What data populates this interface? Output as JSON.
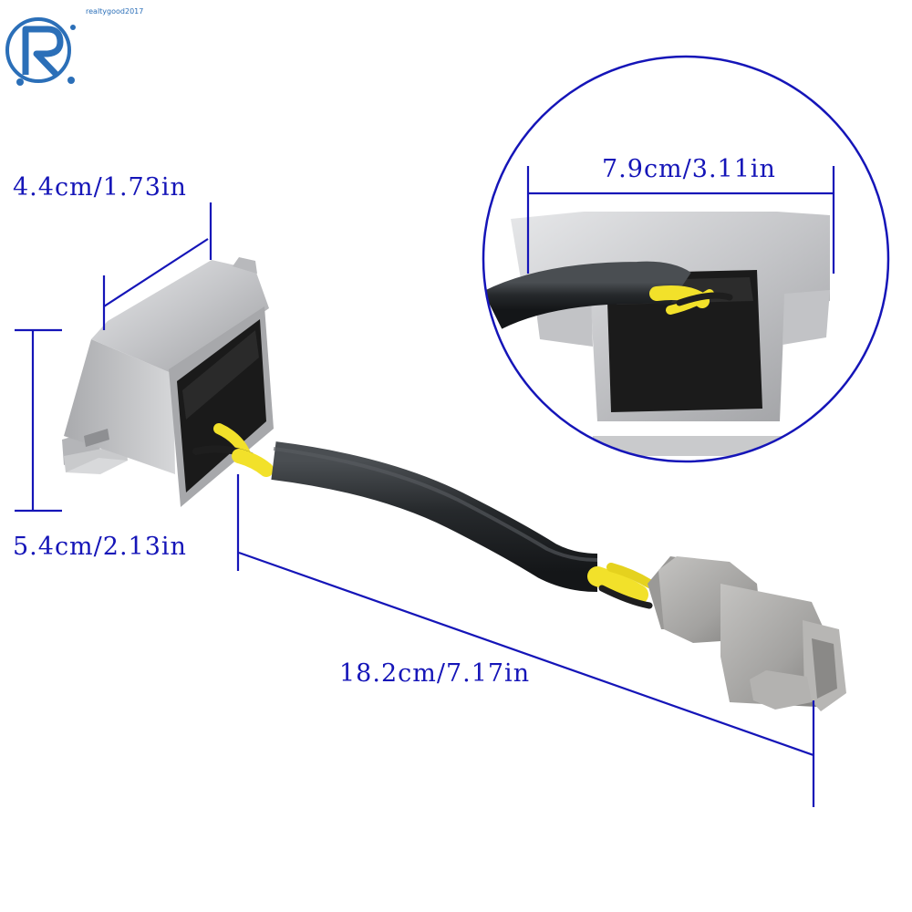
{
  "logo": {
    "letter": "R",
    "text": "realtygood2017",
    "color": "#2b6fb8"
  },
  "dimensions": {
    "width": "4.4cm/1.73in",
    "height": "5.4cm/2.13in",
    "cable_length": "18.2cm/7.17in",
    "mount_width": "7.9cm/3.11in"
  },
  "colors": {
    "dimension_lines": "#1515b8",
    "housing": "#c8c9cb",
    "potting": "#1a1a1a",
    "cable": "#2a2d30",
    "wire": "#f2e12a",
    "connector": "#a8a7a5"
  },
  "icons": {
    "logo": "r-circuit-logo-icon"
  }
}
